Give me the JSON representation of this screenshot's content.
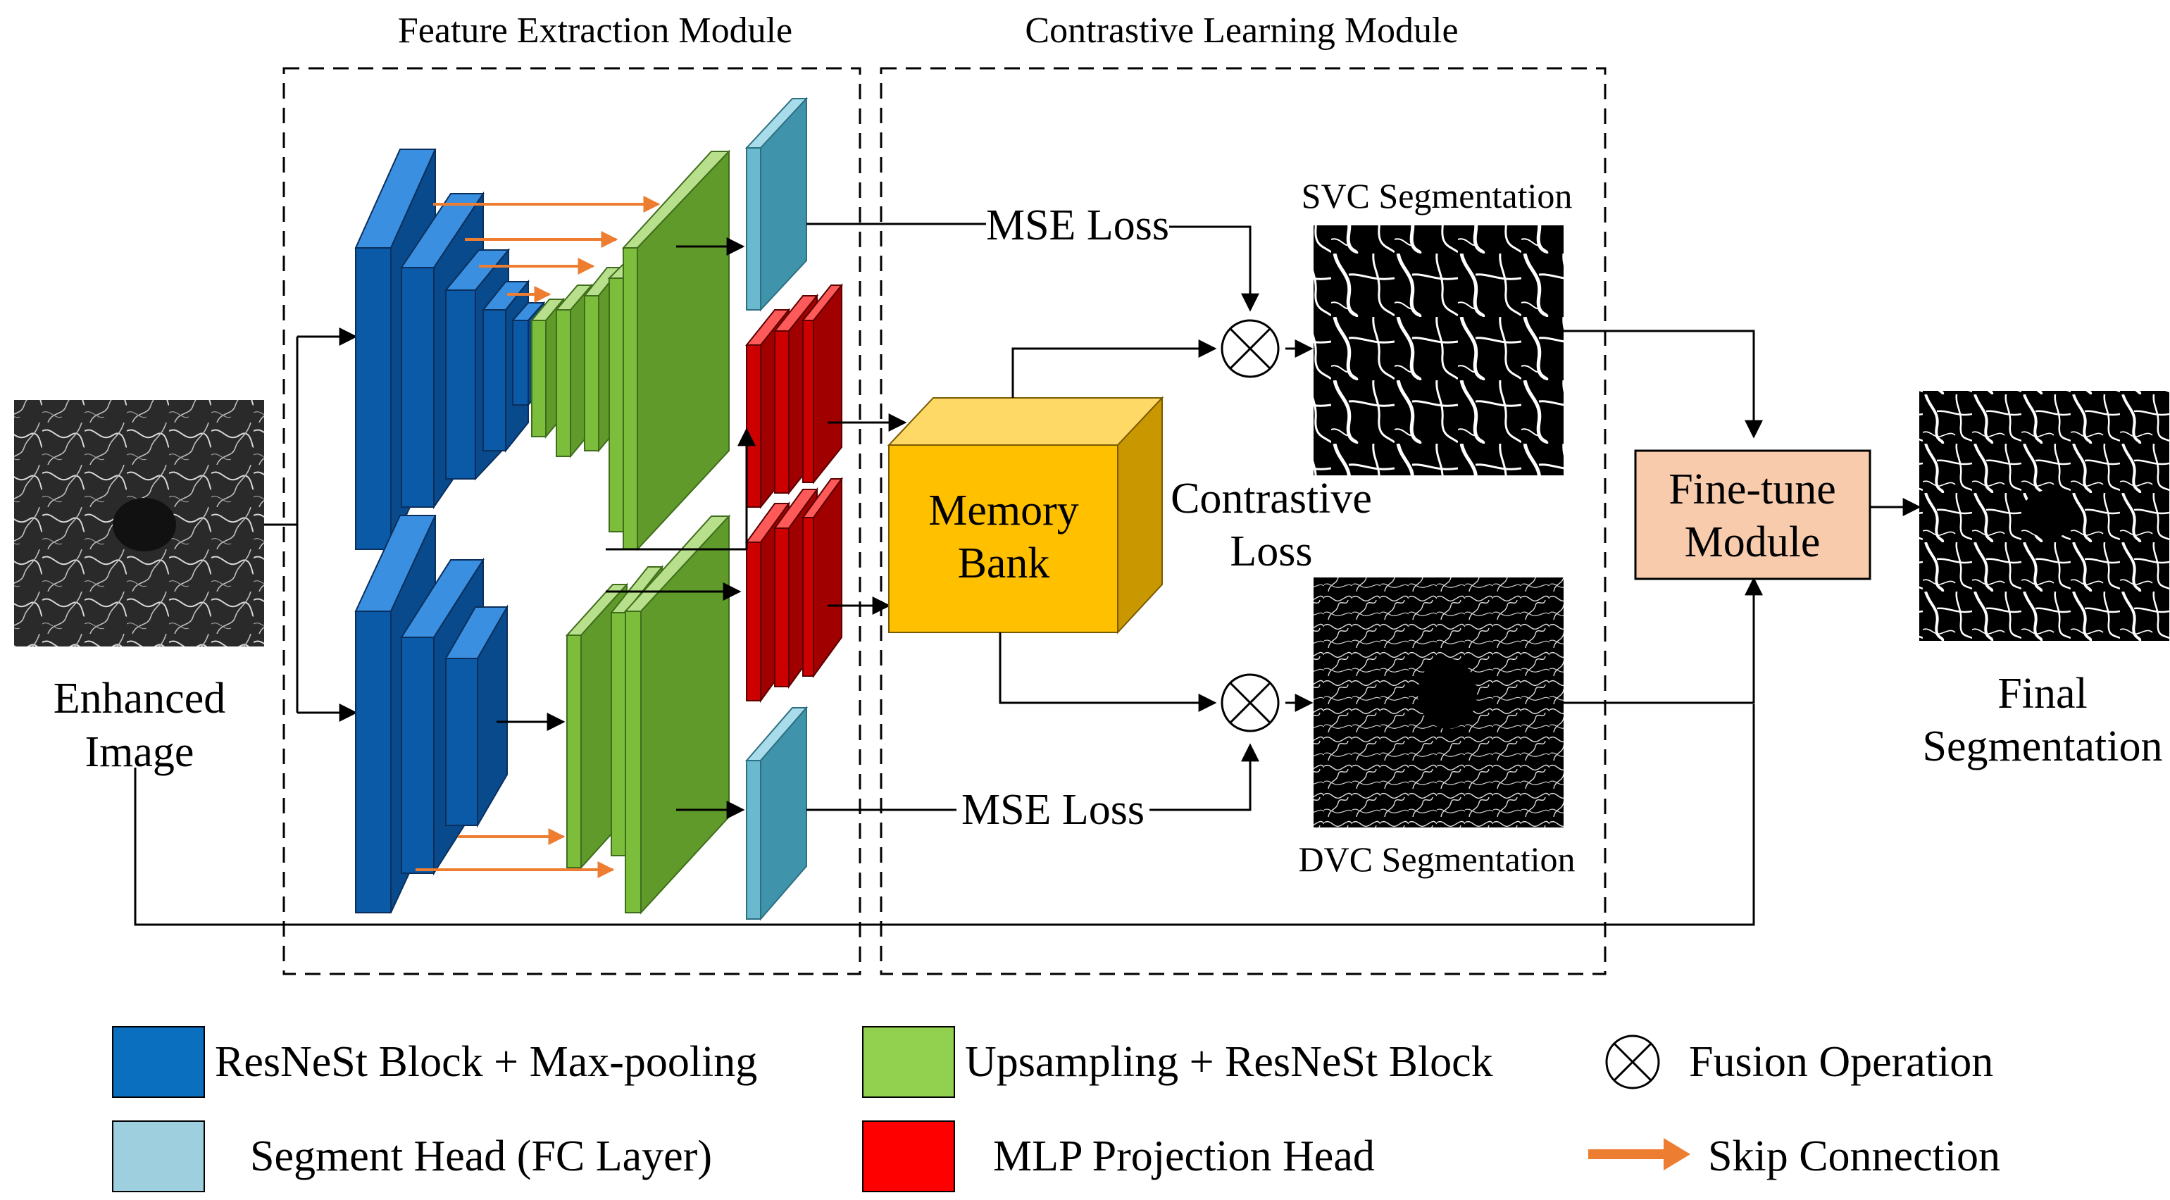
{
  "modules": {
    "feature_extraction": "Feature Extraction Module",
    "contrastive_learning": "Contrastive Learning Module"
  },
  "labels": {
    "mse_loss_top": "MSE Loss",
    "mse_loss_bottom": "MSE Loss",
    "memory_bank_line1": "Memory",
    "memory_bank_line2": "Bank",
    "contrastive_loss_line1": "Contrastive",
    "contrastive_loss_line2": "Loss",
    "svc_segmentation": "SVC Segmentation",
    "dvc_segmentation": "DVC Segmentation",
    "finetune_line1": "Fine-tune",
    "finetune_line2": "Module",
    "final_line1": "Final",
    "final_line2": "Segmentation",
    "enhanced_line1": "Enhanced",
    "enhanced_line2": "Image"
  },
  "legend": [
    {
      "label": "ResNeSt Block + Max-pooling",
      "color": "#0b6fc0",
      "icon": "blue-square"
    },
    {
      "label": "Upsampling + ResNeSt Block",
      "color": "#92d050",
      "icon": "green-square"
    },
    {
      "label": "Fusion Operation",
      "icon": "circle-x-icon"
    },
    {
      "label": "Segment Head (FC Layer)",
      "color": "#9ecfdf",
      "icon": "light-blue-square"
    },
    {
      "label": "MLP Projection Head",
      "color": "#ff0000",
      "icon": "red-square"
    },
    {
      "label": "Skip Connection",
      "color": "#ed7d31",
      "icon": "orange-arrow-icon"
    }
  ],
  "colors": {
    "encoder": "#0b5aa8",
    "decoder": "#7cbd3c",
    "segment_head": "#6ab9cf",
    "projection_head": "#cc0000",
    "memory_bank": "#ffc000",
    "finetune": "#f8cbad",
    "skip": "#ed7d31"
  }
}
